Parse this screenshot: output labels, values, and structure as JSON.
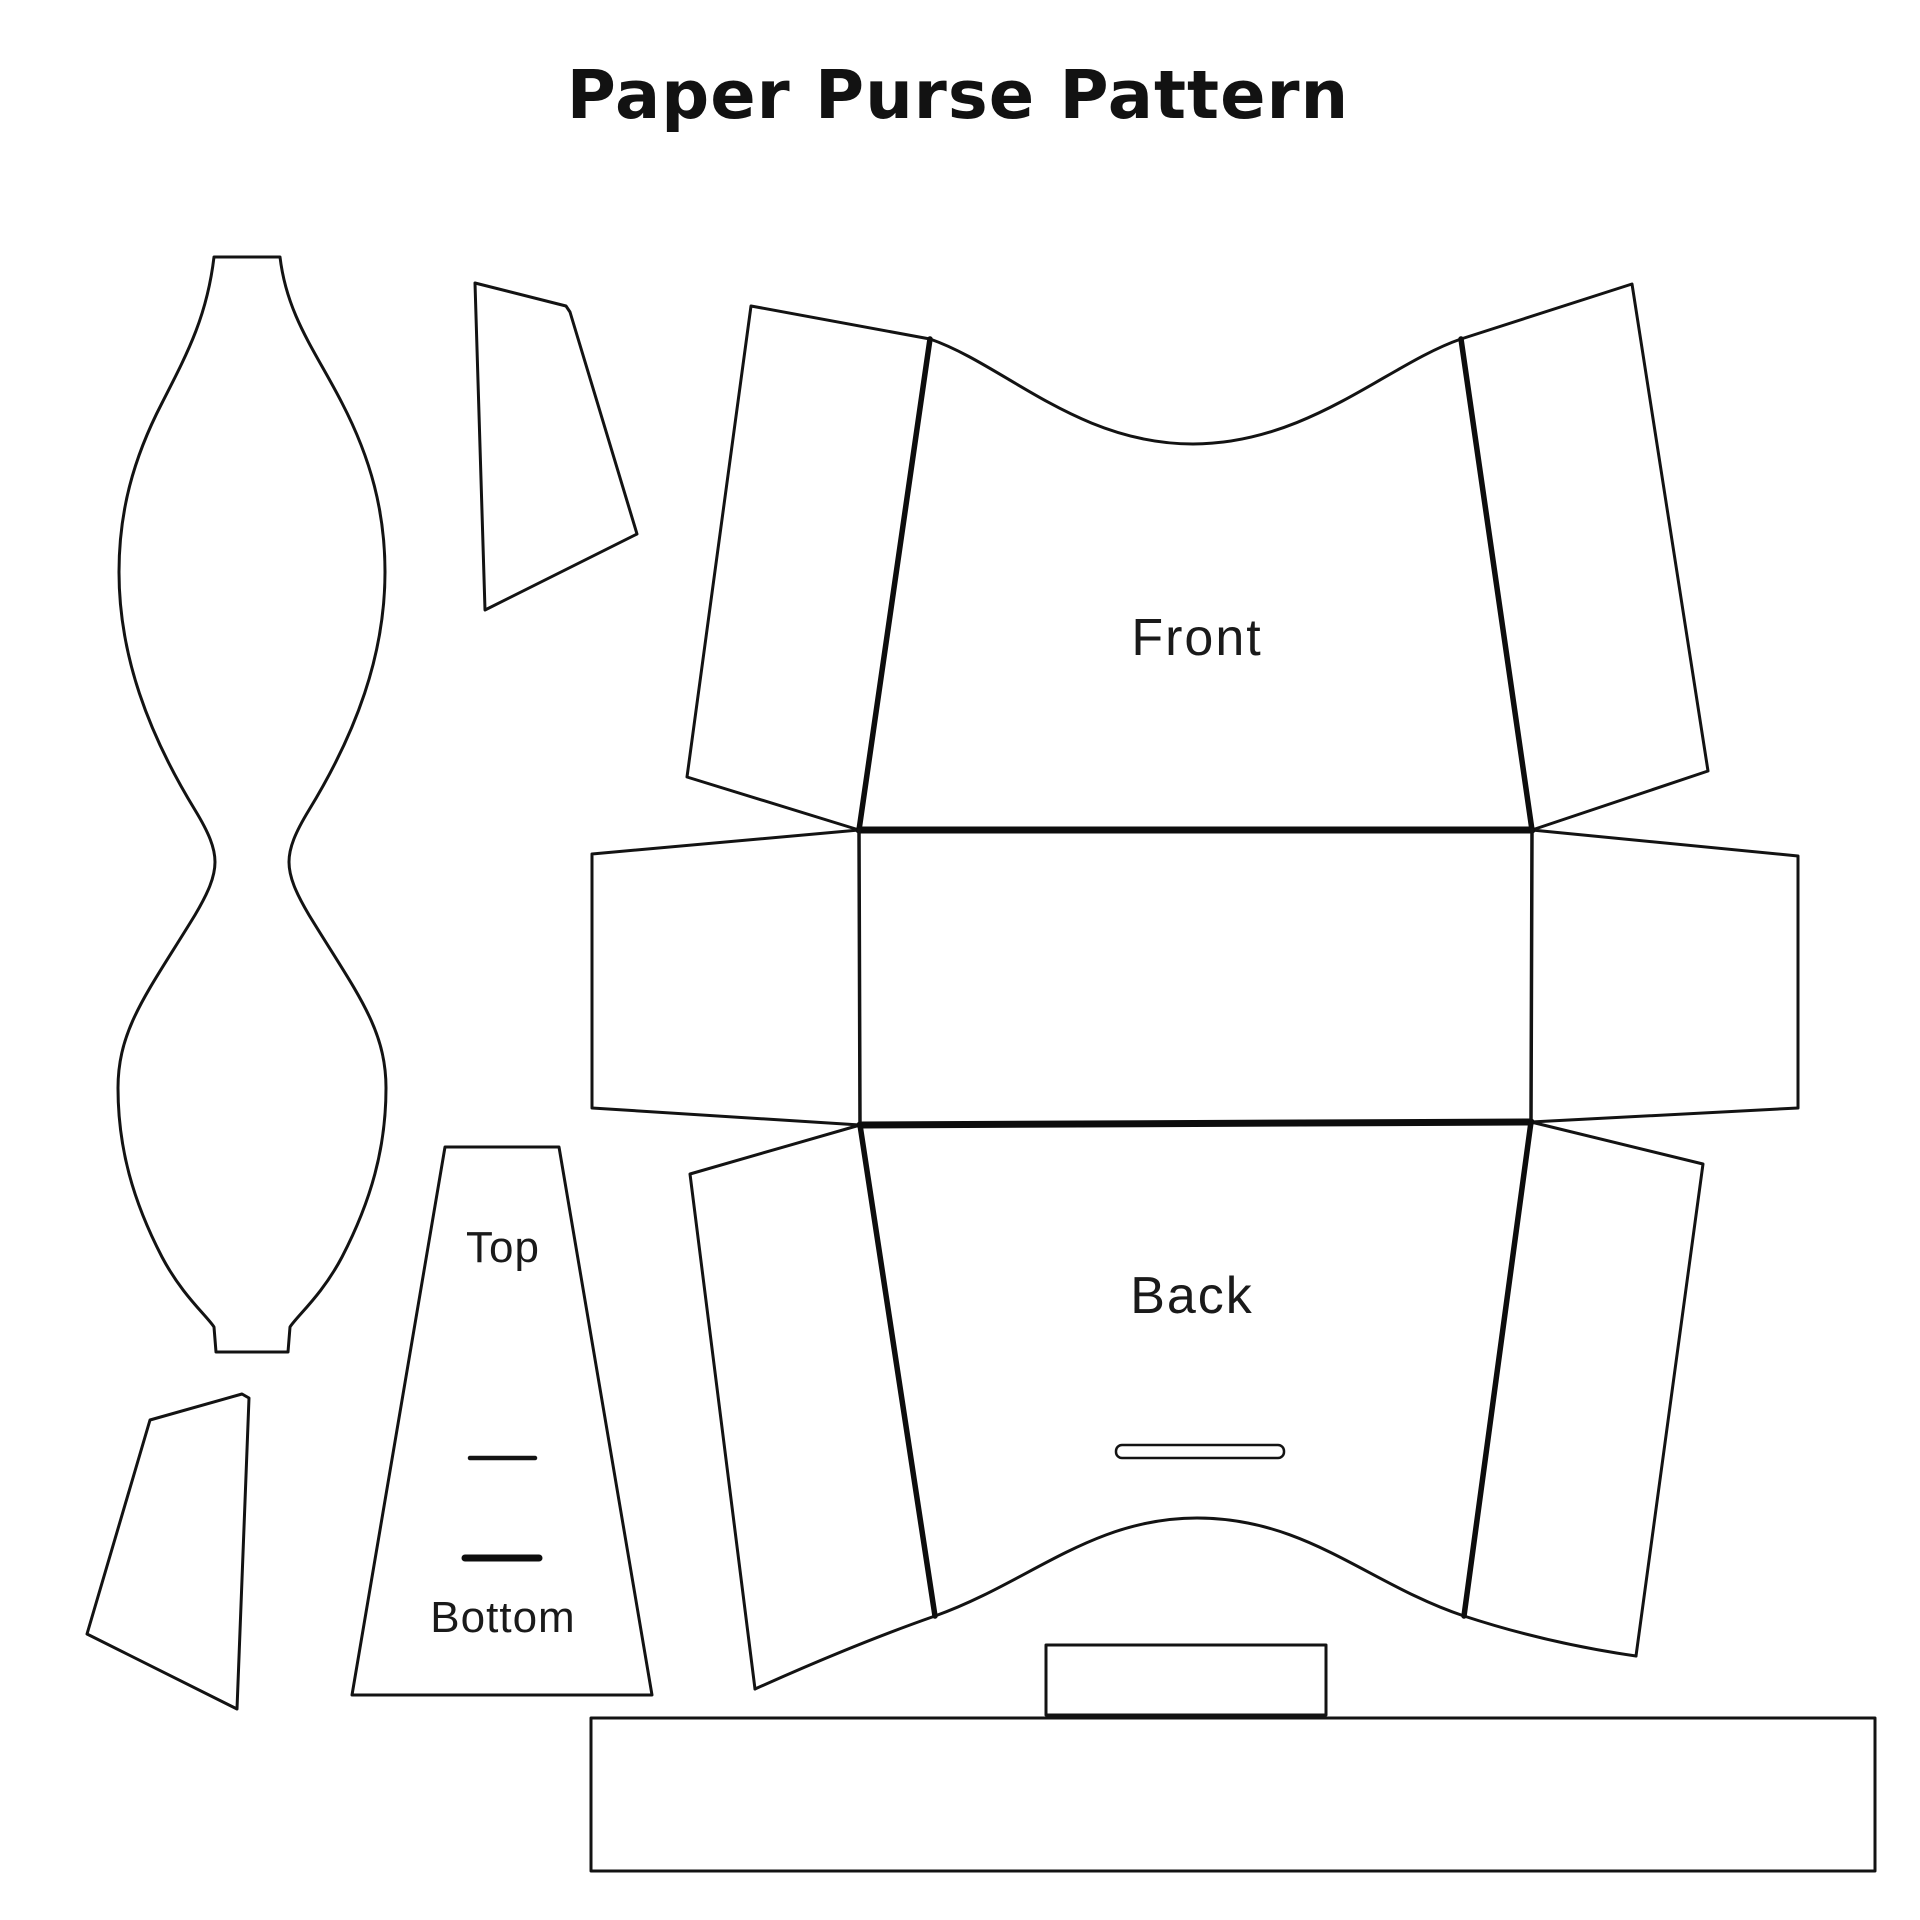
{
  "title": "Paper Purse Pattern",
  "labels": {
    "front": "Front",
    "back": "Back",
    "top": "Top",
    "bottom": "Bottom"
  },
  "colors": {
    "ink": "#131313",
    "background": "#ffffff"
  }
}
